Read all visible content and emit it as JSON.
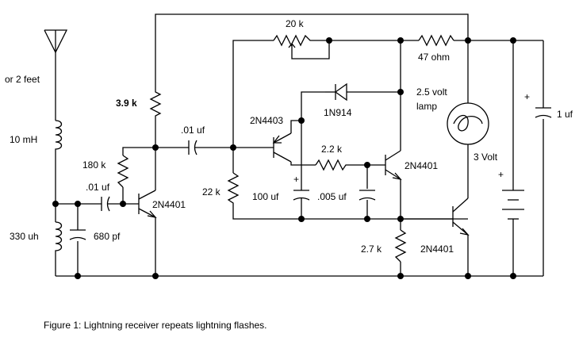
{
  "labels": {
    "antenna_note": "or 2 feet",
    "inductor_10mh": "10 mH",
    "inductor_330uh": "330 uh",
    "res_3_9k": "3.9 k",
    "res_180k": "180 k",
    "cap_01uf_input": ".01 uf",
    "cap_680pf": "680 pf",
    "q1_label": "2N4401",
    "cap_01uf_coupling": ".01 uf",
    "res_22k": "22 k",
    "q2_label": "2N4403",
    "diode_label": "1N914",
    "res_20k": "20 k",
    "res_47ohm": "47 ohm",
    "res_2_2k": "2.2 k",
    "cap_100uf": "100 uf",
    "cap_005uf": ".005 uf",
    "q3_label": "2N4401",
    "res_2_7k": "2.7 k",
    "lamp_label_1": "2.5 volt",
    "lamp_label_2": "lamp",
    "battery_label": "3 Volt",
    "battery_plus": "+",
    "q4_label": "2N4401",
    "cap_1uf": "1 uf",
    "cap_1uf_plus": "+",
    "cap_100uf_plus": "+"
  },
  "caption": "Figure 1: Lightning receiver repeats lightning flashes."
}
